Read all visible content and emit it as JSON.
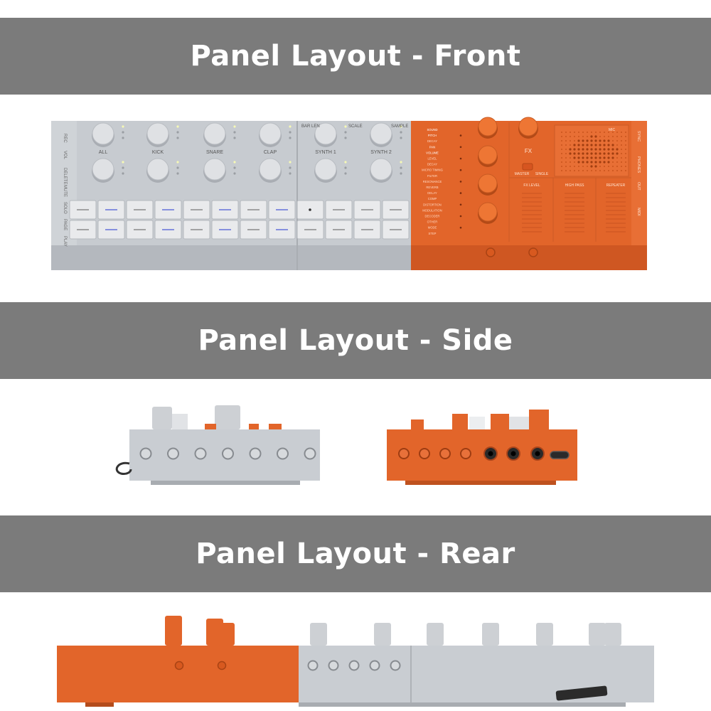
{
  "headings": {
    "front": "Panel Layout - Front",
    "side": "Panel Layout - Side",
    "rear": "Panel Layout - Rear"
  },
  "front_panel": {
    "drum_knob_labels": [
      "ALL",
      "KICK",
      "SNARE",
      "CLAP"
    ],
    "synth_knob_labels": [
      "SYNTH 1",
      "SYNTH 2"
    ],
    "synth_header_labels": [
      "BAR LEN",
      "SCALE",
      "SAMPLE"
    ],
    "left_side_labels": [
      "REC",
      "VOL",
      "DELETE",
      "MUTE",
      "SOLO",
      "PAGE",
      "PLAY"
    ],
    "param_list": [
      "SOUND",
      "PITCH",
      "DECAY",
      "PAN",
      "VOLUME",
      "LEVEL",
      "DECAY",
      "MICRO TIMING",
      "FILTER",
      "RESONANCE",
      "REVERB",
      "DELAY",
      "COMP",
      "DISTORTION",
      "MODULATION",
      "DECODER",
      "OTHER",
      "MODE",
      "STEP"
    ],
    "fx_knob_label": "FX",
    "master_label": "MASTER",
    "single_label": "SINGLE",
    "mic_label": "MIC",
    "fx_level_label": "FX LEVEL",
    "high_pass_label": "HIGH PASS",
    "repeater_label": "REPEATER",
    "right_side_labels": [
      "SYNC",
      "PHONES",
      "OUT",
      "MIDI"
    ],
    "colors": {
      "gray_body": "#c9cdd2",
      "gray_key": "#e9eaec",
      "orange_body": "#e2652a",
      "accent_blue": "#4b5bd6"
    }
  }
}
